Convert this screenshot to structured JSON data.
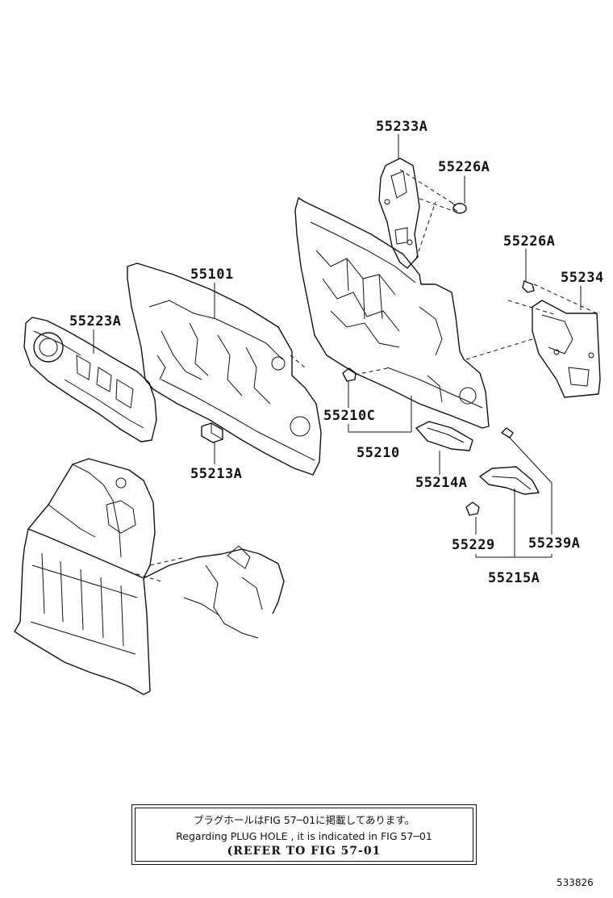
{
  "parts": {
    "p55233A": "55233A",
    "p55226A_top": "55226A",
    "p55226A_right": "55226A",
    "p55234": "55234",
    "p55101": "55101",
    "p55223A": "55223A",
    "p55210C": "55210C",
    "p55210": "55210",
    "p55213A": "55213A",
    "p55214A": "55214A",
    "p55229": "55229",
    "p55239A": "55239A",
    "p55215A": "55215A"
  },
  "note": {
    "line1": "プラグホールはFIG 57─01に掲載してあります。",
    "line2": "Regarding  PLUG  HOLE , it is indicated in FIG  57─01",
    "line3": "(REFER TO FIG 57-01"
  },
  "figure_id": "533826"
}
